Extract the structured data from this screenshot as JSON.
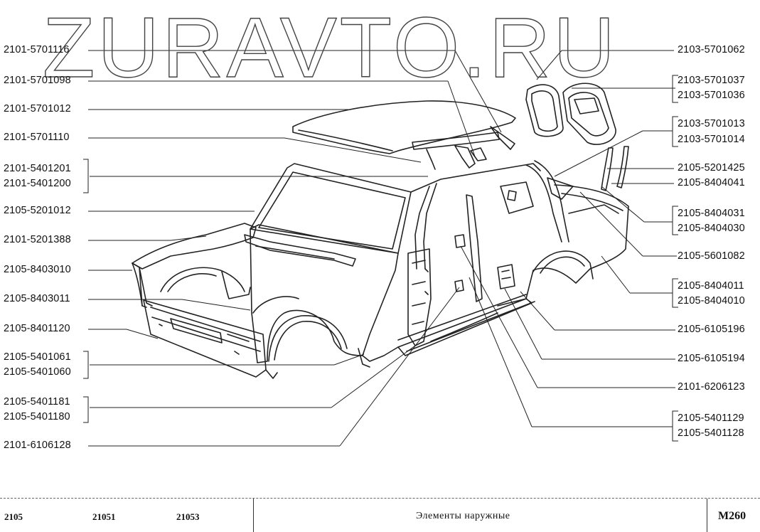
{
  "watermark": "ZURAVTO.RU",
  "labels_left": [
    {
      "id": "l1",
      "text": "2101-5701116"
    },
    {
      "id": "l2",
      "text": "2101-5701098"
    },
    {
      "id": "l3",
      "text": "2101-5701012"
    },
    {
      "id": "l4",
      "text": "2101-5701110"
    },
    {
      "id": "l5a",
      "text": "2101-5401201"
    },
    {
      "id": "l5b",
      "text": "2101-5401200"
    },
    {
      "id": "l6",
      "text": "2105-5201012"
    },
    {
      "id": "l7",
      "text": "2101-5201388"
    },
    {
      "id": "l8",
      "text": "2105-8403010"
    },
    {
      "id": "l9",
      "text": "2105-8403011"
    },
    {
      "id": "l10",
      "text": "2105-8401120"
    },
    {
      "id": "l11a",
      "text": "2105-5401061"
    },
    {
      "id": "l11b",
      "text": "2105-5401060"
    },
    {
      "id": "l12a",
      "text": "2105-5401181"
    },
    {
      "id": "l12b",
      "text": "2105-5401180"
    },
    {
      "id": "l13",
      "text": "2101-6106128"
    }
  ],
  "labels_right": [
    {
      "id": "r1",
      "text": "2103-5701062"
    },
    {
      "id": "r2a",
      "text": "2103-5701037"
    },
    {
      "id": "r2b",
      "text": "2103-5701036"
    },
    {
      "id": "r3a",
      "text": "2103-5701013"
    },
    {
      "id": "r3b",
      "text": "2103-5701014"
    },
    {
      "id": "r4",
      "text": "2105-5201425"
    },
    {
      "id": "r5",
      "text": "2105-8404041"
    },
    {
      "id": "r6a",
      "text": "2105-8404031"
    },
    {
      "id": "r6b",
      "text": "2105-8404030"
    },
    {
      "id": "r7",
      "text": "2105-5601082"
    },
    {
      "id": "r8a",
      "text": "2105-8404011"
    },
    {
      "id": "r8b",
      "text": "2105-8404010"
    },
    {
      "id": "r9",
      "text": "2105-6105196"
    },
    {
      "id": "r10",
      "text": "2105-6105194"
    },
    {
      "id": "r11",
      "text": "2101-6206123"
    },
    {
      "id": "r12a",
      "text": "2105-5401129"
    },
    {
      "id": "r12b",
      "text": "2105-5401128"
    }
  ],
  "footer": {
    "model_1": "2105",
    "model_2": "21051",
    "model_3": "21053",
    "title": "Элементы наружные",
    "code": "М260"
  }
}
